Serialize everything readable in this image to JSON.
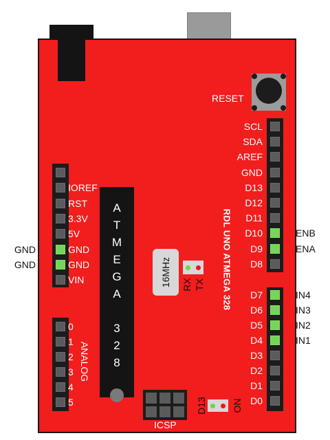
{
  "board": {
    "reset_label": "RESET",
    "chip_letters": [
      "A",
      "T",
      "M",
      "E",
      "G",
      "A",
      "",
      "3",
      "2",
      "8"
    ],
    "crystal_label": "16MHz",
    "rx_label": "RX",
    "tx_label": "TX",
    "board_name": "RDL UNO ATMEGA 328",
    "icsp_label": "ICSP",
    "d13_label": "D13",
    "on_label": "ON",
    "analog_label": "ANALOG"
  },
  "right_header_top": [
    {
      "label": "SCL",
      "active": false,
      "ext": ""
    },
    {
      "label": "SDA",
      "active": false,
      "ext": ""
    },
    {
      "label": "AREF",
      "active": false,
      "ext": ""
    },
    {
      "label": "GND",
      "active": false,
      "ext": ""
    },
    {
      "label": "D13",
      "active": false,
      "ext": ""
    },
    {
      "label": "D12",
      "active": false,
      "ext": ""
    },
    {
      "label": "D11",
      "active": false,
      "ext": ""
    },
    {
      "label": "D10",
      "active": true,
      "ext": "ENB"
    },
    {
      "label": "D9",
      "active": true,
      "ext": "ENA"
    },
    {
      "label": "D8",
      "active": false,
      "ext": ""
    }
  ],
  "right_header_bottom": [
    {
      "label": "D7",
      "active": true,
      "ext": "IN4"
    },
    {
      "label": "D6",
      "active": true,
      "ext": "IN3"
    },
    {
      "label": "D5",
      "active": true,
      "ext": "IN2"
    },
    {
      "label": "D4",
      "active": true,
      "ext": "IN1"
    },
    {
      "label": "D3",
      "active": false,
      "ext": ""
    },
    {
      "label": "D2",
      "active": false,
      "ext": ""
    },
    {
      "label": "D1",
      "active": false,
      "ext": ""
    },
    {
      "label": "D0",
      "active": false,
      "ext": ""
    }
  ],
  "power_header": [
    {
      "label": "",
      "active": false,
      "ext": ""
    },
    {
      "label": "IOREF",
      "active": false,
      "ext": ""
    },
    {
      "label": "RST",
      "active": false,
      "ext": ""
    },
    {
      "label": "3.3V",
      "active": false,
      "ext": ""
    },
    {
      "label": "5V",
      "active": false,
      "ext": ""
    },
    {
      "label": "GND",
      "active": true,
      "ext": "GND"
    },
    {
      "label": "GND",
      "active": true,
      "ext": "GND"
    },
    {
      "label": "VIN",
      "active": false,
      "ext": ""
    }
  ],
  "analog_header": [
    {
      "label": "0",
      "active": false
    },
    {
      "label": "1",
      "active": false
    },
    {
      "label": "2",
      "active": false
    },
    {
      "label": "3",
      "active": false
    },
    {
      "label": "4",
      "active": false
    },
    {
      "label": "5",
      "active": false
    }
  ],
  "colors": {
    "board": "#f21d1d",
    "pin_active": "#77d45a",
    "pin_idle": "#5b5b5b",
    "led_green": "#6dd64a",
    "led_red": "#e81818"
  }
}
